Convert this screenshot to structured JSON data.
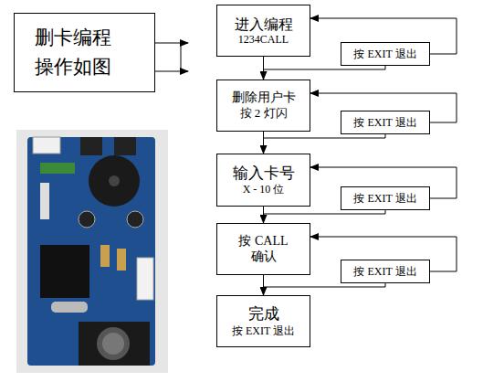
{
  "diagram": {
    "nodes": [
      {
        "text": [
          "删卡编程 操作如图"
        ]
      },
      {
        "text": [
          "进入编程",
          "1234CALL"
        ]
      },
      {
        "text": [
          "按 EXIT 退出"
        ]
      },
      {
        "text": [
          "删除用户卡",
          "按 2 灯闪"
        ]
      },
      {
        "text": [
          "按 EXIT 退出"
        ]
      },
      {
        "text": [
          "输入卡号",
          "X - 10 位"
        ]
      },
      {
        "text": [
          "按 EXIT 退出"
        ]
      },
      {
        "text": [
          "按 CALL",
          "确认"
        ]
      },
      {
        "text": [
          "按 EXIT 退出"
        ]
      },
      {
        "text": [
          "完成",
          "按 EXIT 退出"
        ]
      }
    ],
    "edges": [
      {
        "from": 1,
        "to": 3,
        "arrow": "to"
      },
      {
        "from": 3,
        "to": 5,
        "arrow": "to"
      },
      {
        "from": 5,
        "to": 7,
        "arrow": "to"
      },
      {
        "from": 7,
        "to": 9,
        "arrow": "to"
      },
      {
        "from": 1,
        "to": 2,
        "arrow": "none"
      },
      {
        "from": 3,
        "to": 4,
        "arrow": "none"
      },
      {
        "from": 5,
        "to": 6,
        "arrow": "none"
      },
      {
        "from": 7,
        "to": 8,
        "arrow": "none"
      },
      {
        "from": 2,
        "to": 1,
        "arrow": "to"
      },
      {
        "from": 4,
        "to": 3,
        "arrow": "to"
      },
      {
        "from": 6,
        "to": 5,
        "arrow": "to"
      },
      {
        "from": 8,
        "to": 7,
        "arrow": "to"
      }
    ]
  }
}
